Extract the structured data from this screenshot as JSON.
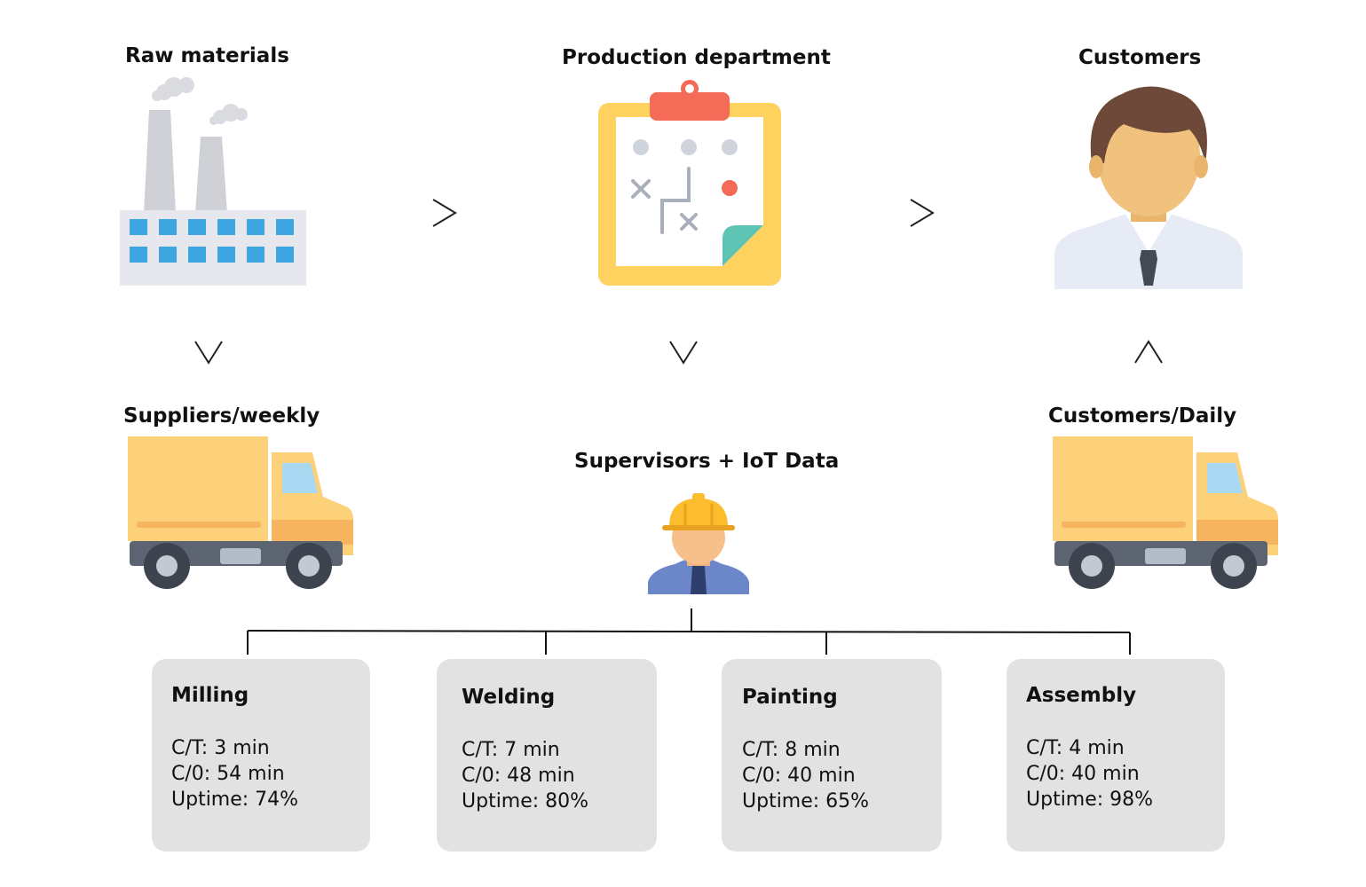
{
  "nodes": {
    "raw_materials": "Raw materials",
    "production": "Production department",
    "customers": "Customers",
    "suppliers": "Suppliers/weekly",
    "supervisors": "Supervisors + IoT Data",
    "customers_daily": "Customers/Daily"
  },
  "icons": {
    "factory": "factory-icon",
    "clipboard": "clipboard-plan-icon",
    "customer": "businessman-icon",
    "truck": "delivery-truck-icon",
    "worker": "construction-worker-icon"
  },
  "colors": {
    "box_bg": "#e2e2e2",
    "truck_body": "#fdd07a",
    "clipboard_frame": "#fdd25e",
    "clip_red": "#f46b57"
  },
  "processes": [
    {
      "title": "Milling",
      "ct": "C/T: 3 min",
      "co": "C/0: 54 min",
      "uptime": "Uptime: 74%"
    },
    {
      "title": "Welding",
      "ct": "C/T: 7 min",
      "co": "C/0: 48 min",
      "uptime": "Uptime: 80%"
    },
    {
      "title": "Painting",
      "ct": "C/T: 8 min",
      "co": "C/0: 40 min",
      "uptime": "Uptime: 65%"
    },
    {
      "title": "Assembly",
      "ct": "C/T: 4 min",
      "co": "C/0: 40 min",
      "uptime": "Uptime: 98%"
    }
  ]
}
